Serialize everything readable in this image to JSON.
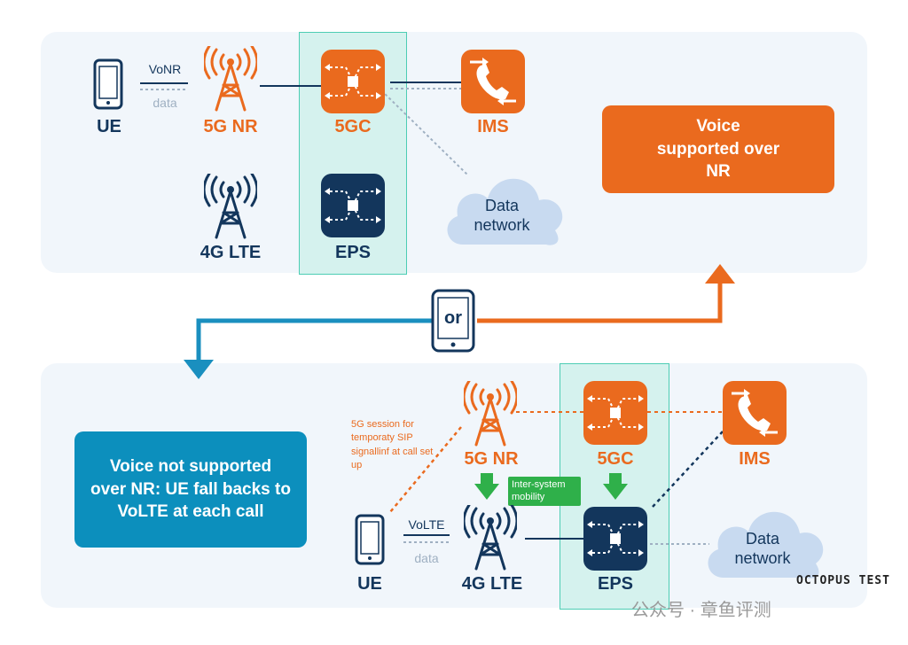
{
  "top": {
    "ue": "UE",
    "vonr": "VoNR",
    "data": "data",
    "nr": "5G NR",
    "fivegc": "5GC",
    "ims": "IMS",
    "lte": "4G LTE",
    "eps": "EPS",
    "data_network": "Data network",
    "result": "Voice supported over NR"
  },
  "middle": {
    "or": "or"
  },
  "bottom": {
    "result": "Voice not supported over NR: UE fall backs to VoLTE at each call",
    "note": "5G session for temporaty SIP signallinf at call set up",
    "nr": "5G NR",
    "fivegc": "5GC",
    "ims": "IMS",
    "mobility": "Inter-system mobility",
    "ue": "UE",
    "volte": "VoLTE",
    "data": "data",
    "lte": "4G LTE",
    "eps": "EPS",
    "data_network": "Data network"
  },
  "watermark": {
    "brand": "OCTOPUS TEST",
    "account": "公众号 · 章鱼评测"
  },
  "colors": {
    "navy": "#13365c",
    "orange": "#ea6a1e",
    "teal": "#1a8fbf",
    "mint": "#4dcdb4",
    "green": "#2fb04a"
  },
  "icons": [
    "phone-icon",
    "antenna-icon",
    "switch-icon",
    "ims-phone-icon",
    "cloud-icon",
    "arrow-icon"
  ]
}
